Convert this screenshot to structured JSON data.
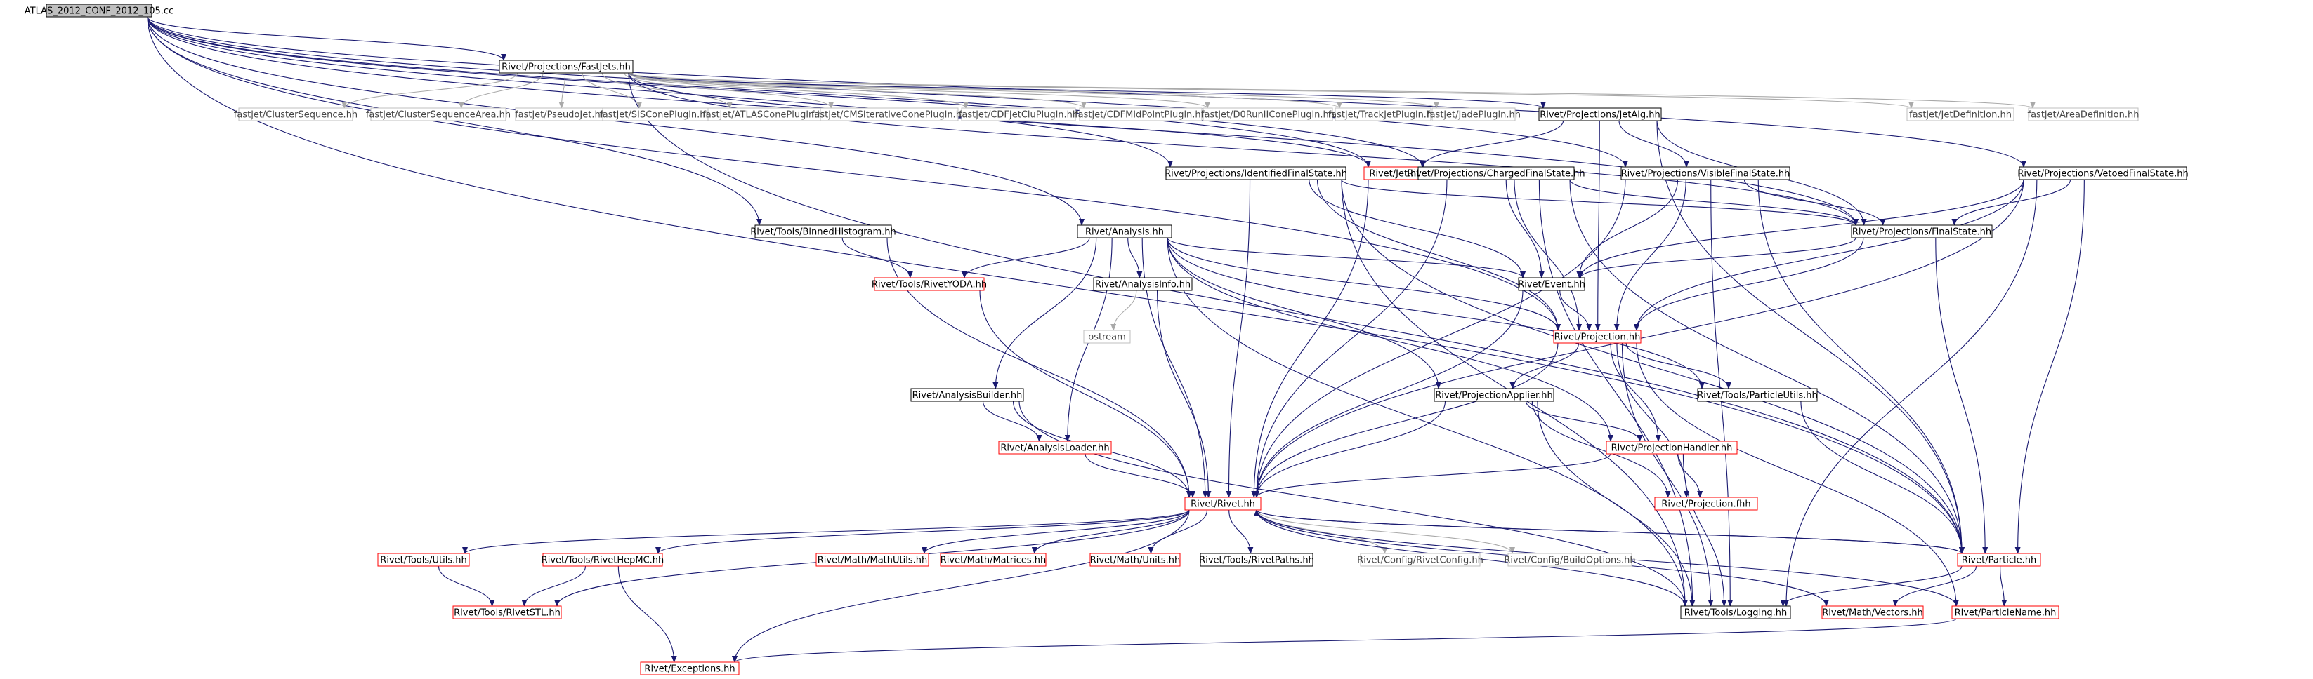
{
  "colors": {
    "edge": "#191970",
    "edge_system": "#a9a9a9",
    "root_fill": "#bfbfbf",
    "box_black": "#000000",
    "box_red": "#ff0000",
    "box_grey": "#bfbfbf",
    "text": "#000000",
    "text_grey": "#444444"
  },
  "graph": {
    "nodes": [
      {
        "id": "root",
        "label": "ATLAS_2012_CONF_2012_105.cc",
        "style": "root"
      },
      {
        "id": "fastjets",
        "label": "Rivet/Projections/FastJets.hh",
        "style": "black"
      },
      {
        "id": "cluster_seq",
        "label": "fastjet/ClusterSequence.hh",
        "style": "grey"
      },
      {
        "id": "cluster_seq_area",
        "label": "fastjet/ClusterSequenceArea.hh",
        "style": "grey"
      },
      {
        "id": "pseudojet",
        "label": "fastjet/PseudoJet.hh",
        "style": "grey"
      },
      {
        "id": "siscone",
        "label": "fastjet/SISConePlugin.hh",
        "style": "grey"
      },
      {
        "id": "atlascone",
        "label": "fastjet/ATLASConePlugin.hh",
        "style": "grey"
      },
      {
        "id": "cmsit",
        "label": "fastjet/CMSIterativeConePlugin.hh",
        "style": "grey"
      },
      {
        "id": "cdfjetclu",
        "label": "fastjet/CDFJetCluPlugin.hh",
        "style": "grey"
      },
      {
        "id": "cdfmid",
        "label": "fastjet/CDFMidPointPlugin.hh",
        "style": "grey"
      },
      {
        "id": "d0run2",
        "label": "fastjet/D0RunIIConePlugin.hh",
        "style": "grey"
      },
      {
        "id": "trackjet",
        "label": "fastjet/TrackJetPlugin.hh",
        "style": "grey"
      },
      {
        "id": "jade",
        "label": "fastjet/JadePlugin.hh",
        "style": "grey"
      },
      {
        "id": "jetalg",
        "label": "Rivet/Projections/JetAlg.hh",
        "style": "black"
      },
      {
        "id": "jetdef",
        "label": "fastjet/JetDefinition.hh",
        "style": "grey"
      },
      {
        "id": "areadef",
        "label": "fastjet/AreaDefinition.hh",
        "style": "grey"
      },
      {
        "id": "idfs",
        "label": "Rivet/Projections/IdentifiedFinalState.hh",
        "style": "black"
      },
      {
        "id": "jet",
        "label": "Rivet/Jet.hh",
        "style": "red"
      },
      {
        "id": "chfs",
        "label": "Rivet/Projections/ChargedFinalState.hh",
        "style": "black"
      },
      {
        "id": "visfs",
        "label": "Rivet/Projections/VisibleFinalState.hh",
        "style": "black"
      },
      {
        "id": "vetofs",
        "label": "Rivet/Projections/VetoedFinalState.hh",
        "style": "black"
      },
      {
        "id": "binnedhist",
        "label": "Rivet/Tools/BinnedHistogram.hh",
        "style": "black"
      },
      {
        "id": "analysis",
        "label": "Rivet/Analysis.hh",
        "style": "black"
      },
      {
        "id": "finalstate",
        "label": "Rivet/Projections/FinalState.hh",
        "style": "black"
      },
      {
        "id": "rivetyoda",
        "label": "Rivet/Tools/RivetYODA.hh",
        "style": "red"
      },
      {
        "id": "analysisinfo",
        "label": "Rivet/AnalysisInfo.hh",
        "style": "black"
      },
      {
        "id": "event",
        "label": "Rivet/Event.hh",
        "style": "black"
      },
      {
        "id": "ostream",
        "label": "ostream",
        "style": "grey"
      },
      {
        "id": "projection",
        "label": "Rivet/Projection.hh",
        "style": "red"
      },
      {
        "id": "analysisbuilder",
        "label": "Rivet/AnalysisBuilder.hh",
        "style": "black"
      },
      {
        "id": "projapplier",
        "label": "Rivet/ProjectionApplier.hh",
        "style": "black"
      },
      {
        "id": "particleutils",
        "label": "Rivet/Tools/ParticleUtils.hh",
        "style": "black"
      },
      {
        "id": "analysisloader",
        "label": "Rivet/AnalysisLoader.hh",
        "style": "red"
      },
      {
        "id": "projhandler",
        "label": "Rivet/ProjectionHandler.hh",
        "style": "red"
      },
      {
        "id": "projfhh",
        "label": "Rivet/Projection.fhh",
        "style": "red"
      },
      {
        "id": "rivet",
        "label": "Rivet/Rivet.hh",
        "style": "red"
      },
      {
        "id": "utils",
        "label": "Rivet/Tools/Utils.hh",
        "style": "red"
      },
      {
        "id": "rivethepmc",
        "label": "Rivet/Tools/RivetHepMC.hh",
        "style": "red"
      },
      {
        "id": "mathutils",
        "label": "Rivet/Math/MathUtils.hh",
        "style": "red"
      },
      {
        "id": "matrices",
        "label": "Rivet/Math/Matrices.hh",
        "style": "red"
      },
      {
        "id": "units",
        "label": "Rivet/Math/Units.hh",
        "style": "red"
      },
      {
        "id": "rivetpaths",
        "label": "Rivet/Tools/RivetPaths.hh",
        "style": "black"
      },
      {
        "id": "rivetconfig",
        "label": "Rivet/Config/RivetConfig.hh",
        "style": "grey"
      },
      {
        "id": "buildoptions",
        "label": "Rivet/Config/BuildOptions.hh",
        "style": "grey"
      },
      {
        "id": "particle",
        "label": "Rivet/Particle.hh",
        "style": "red"
      },
      {
        "id": "rivetstl",
        "label": "Rivet/Tools/RivetSTL.hh",
        "style": "red"
      },
      {
        "id": "logging",
        "label": "Rivet/Tools/Logging.hh",
        "style": "black"
      },
      {
        "id": "vectors",
        "label": "Rivet/Math/Vectors.hh",
        "style": "red"
      },
      {
        "id": "particlename",
        "label": "Rivet/ParticleName.hh",
        "style": "red"
      },
      {
        "id": "exceptions",
        "label": "Rivet/Exceptions.hh",
        "style": "red"
      }
    ],
    "edges": [
      [
        "root",
        "fastjets"
      ],
      [
        "root",
        "jet"
      ],
      [
        "root",
        "idfs"
      ],
      [
        "root",
        "chfs"
      ],
      [
        "root",
        "visfs"
      ],
      [
        "root",
        "vetofs"
      ],
      [
        "root",
        "binnedhist"
      ],
      [
        "root",
        "analysis"
      ],
      [
        "root",
        "finalstate"
      ],
      [
        "root",
        "particle"
      ],
      [
        "root",
        "projection"
      ],
      [
        "fastjets",
        "cluster_seq"
      ],
      [
        "fastjets",
        "cluster_seq_area"
      ],
      [
        "fastjets",
        "pseudojet"
      ],
      [
        "fastjets",
        "siscone"
      ],
      [
        "fastjets",
        "atlascone"
      ],
      [
        "fastjets",
        "cmsit"
      ],
      [
        "fastjets",
        "cdfjetclu"
      ],
      [
        "fastjets",
        "cdfmid"
      ],
      [
        "fastjets",
        "d0run2"
      ],
      [
        "fastjets",
        "trackjet"
      ],
      [
        "fastjets",
        "jade"
      ],
      [
        "fastjets",
        "jetalg"
      ],
      [
        "fastjets",
        "jetdef"
      ],
      [
        "fastjets",
        "areadef"
      ],
      [
        "fastjets",
        "jet"
      ],
      [
        "fastjets",
        "finalstate"
      ],
      [
        "fastjets",
        "particle"
      ],
      [
        "jetalg",
        "jet"
      ],
      [
        "jetalg",
        "visfs"
      ],
      [
        "jetalg",
        "finalstate"
      ],
      [
        "jetalg",
        "projection"
      ],
      [
        "jetalg",
        "particle"
      ],
      [
        "idfs",
        "finalstate"
      ],
      [
        "idfs",
        "event"
      ],
      [
        "idfs",
        "projection"
      ],
      [
        "idfs",
        "rivet"
      ],
      [
        "idfs",
        "particle"
      ],
      [
        "idfs",
        "logging"
      ],
      [
        "jet",
        "rivet"
      ],
      [
        "chfs",
        "finalstate"
      ],
      [
        "chfs",
        "event"
      ],
      [
        "chfs",
        "projection"
      ],
      [
        "chfs",
        "rivet"
      ],
      [
        "chfs",
        "logging"
      ],
      [
        "chfs",
        "particle"
      ],
      [
        "visfs",
        "finalstate"
      ],
      [
        "visfs",
        "event"
      ],
      [
        "visfs",
        "projection"
      ],
      [
        "visfs",
        "rivet"
      ],
      [
        "visfs",
        "particle"
      ],
      [
        "visfs",
        "logging"
      ],
      [
        "vetofs",
        "finalstate"
      ],
      [
        "vetofs",
        "event"
      ],
      [
        "vetofs",
        "projection"
      ],
      [
        "vetofs",
        "rivet"
      ],
      [
        "vetofs",
        "particle"
      ],
      [
        "vetofs",
        "logging"
      ],
      [
        "binnedhist",
        "rivetyoda"
      ],
      [
        "binnedhist",
        "rivet"
      ],
      [
        "analysis",
        "rivetyoda"
      ],
      [
        "analysis",
        "analysisinfo"
      ],
      [
        "analysis",
        "event"
      ],
      [
        "analysis",
        "projection"
      ],
      [
        "analysis",
        "analysisbuilder"
      ],
      [
        "analysis",
        "analysisloader"
      ],
      [
        "analysis",
        "projapplier"
      ],
      [
        "analysis",
        "projhandler"
      ],
      [
        "analysis",
        "rivet"
      ],
      [
        "analysis",
        "logging"
      ],
      [
        "analysis",
        "particleutils"
      ],
      [
        "finalstate",
        "event"
      ],
      [
        "finalstate",
        "projection"
      ],
      [
        "finalstate",
        "particle"
      ],
      [
        "rivetyoda",
        "rivet"
      ],
      [
        "analysisinfo",
        "ostream"
      ],
      [
        "analysisinfo",
        "rivet"
      ],
      [
        "event",
        "projection"
      ],
      [
        "event",
        "rivet"
      ],
      [
        "projection",
        "projapplier"
      ],
      [
        "projection",
        "projhandler"
      ],
      [
        "projection",
        "particleutils"
      ],
      [
        "projection",
        "projfhh"
      ],
      [
        "projection",
        "rivet"
      ],
      [
        "projection",
        "logging"
      ],
      [
        "projection",
        "particlename"
      ],
      [
        "analysisbuilder",
        "analysisloader"
      ],
      [
        "analysisbuilder",
        "rivet"
      ],
      [
        "analysisbuilder",
        "logging"
      ],
      [
        "projapplier",
        "projhandler"
      ],
      [
        "projapplier",
        "rivet"
      ],
      [
        "projapplier",
        "projfhh"
      ],
      [
        "projapplier",
        "logging"
      ],
      [
        "particleutils",
        "particle"
      ],
      [
        "analysisloader",
        "rivet"
      ],
      [
        "projhandler",
        "rivet"
      ],
      [
        "projhandler",
        "projfhh"
      ],
      [
        "projhandler",
        "logging"
      ],
      [
        "rivet",
        "utils"
      ],
      [
        "rivet",
        "rivethepmc"
      ],
      [
        "rivet",
        "mathutils"
      ],
      [
        "rivet",
        "matrices"
      ],
      [
        "rivet",
        "units"
      ],
      [
        "rivet",
        "rivetpaths"
      ],
      [
        "rivet",
        "rivetconfig"
      ],
      [
        "rivet",
        "buildoptions"
      ],
      [
        "rivet",
        "particle"
      ],
      [
        "rivet",
        "rivetstl"
      ],
      [
        "rivet",
        "exceptions"
      ],
      [
        "rivet",
        "vectors"
      ],
      [
        "rivet",
        "particlename"
      ],
      [
        "utils",
        "rivetstl"
      ],
      [
        "rivethepmc",
        "rivetstl"
      ],
      [
        "rivethepmc",
        "exceptions"
      ],
      [
        "particle",
        "rivet"
      ],
      [
        "particle",
        "logging"
      ],
      [
        "particle",
        "vectors"
      ],
      [
        "particle",
        "particlename"
      ],
      [
        "logging",
        "rivet"
      ],
      [
        "particlename",
        "exceptions"
      ]
    ]
  }
}
